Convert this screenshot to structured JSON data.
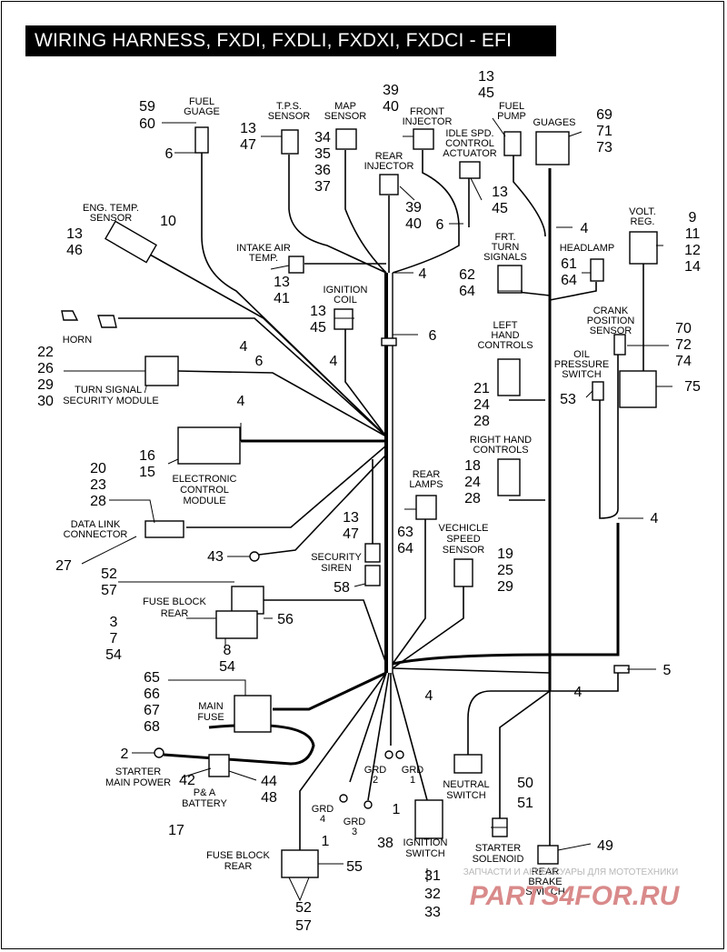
{
  "title": "WIRING HARNESS, FXDI, FXDLI, FXDXI, FXDCI - EFI",
  "watermark": {
    "top": "ЗАПЧАСТИ И АКСЕССУАРЫ ДЛЯ МОТОТЕХНИКИ",
    "brand": "PARTS4FOR.RU"
  },
  "labels": {
    "fuel_gauge": [
      "FUEL",
      "GUAGE"
    ],
    "tps_sensor": [
      "T.P.S.",
      "SENSOR"
    ],
    "map_sensor": [
      "MAP",
      "SENSOR"
    ],
    "front_injector": [
      "FRONT",
      "INJECTOR"
    ],
    "fuel_pump": [
      "FUEL",
      "PUMP"
    ],
    "idle_speed": [
      "IDLE  SPD.",
      "CONTROL",
      "ACTUATOR"
    ],
    "rear_injector": [
      "REAR",
      "INJECTOR"
    ],
    "guages": [
      "GUAGES"
    ],
    "eng_temp": [
      "ENG. TEMP.",
      "SENSOR"
    ],
    "intake_air": [
      "INTAKE   AIR",
      "TEMP."
    ],
    "frt_turn": [
      "FRT.",
      "TURN",
      "SIGNALS"
    ],
    "headlamp": [
      "HEADLAMP"
    ],
    "volt_reg": [
      "VOLT.",
      "REG."
    ],
    "ignition_coil": [
      "IGNITION",
      "COIL"
    ],
    "horn": [
      "HORN"
    ],
    "crank": [
      "CRANK",
      "POSITION",
      "SENSOR"
    ],
    "left_hand": [
      "LEFT",
      "HAND",
      "CONTROLS"
    ],
    "oil_pressure": [
      "OIL",
      "PRESSURE",
      "SWITCH"
    ],
    "turn_signal": [
      "TURN SIGNAL /",
      "SECURITY MODULE"
    ],
    "ecm": [
      "ELECTRONIC",
      "CONTROL",
      "MODULE"
    ],
    "right_hand": [
      "RIGHT HAND",
      "CONTROLS"
    ],
    "rear_lamps": [
      "REAR",
      "LAMPS"
    ],
    "data_link": [
      "DATA LINK",
      "CONNECTOR"
    ],
    "vehicle_speed": [
      "VECHICLE",
      "SPEED",
      "SENSOR"
    ],
    "security_siren": [
      "SECURITY",
      "SIREN"
    ],
    "fuse_block_rear_1": [
      "FUSE BLOCK",
      "REAR"
    ],
    "main_fuse": [
      "MAIN",
      "FUSE"
    ],
    "starter_main": [
      "STARTER",
      "MAIN POWER"
    ],
    "pa_battery": [
      "P& A",
      "BATTERY"
    ],
    "neutral": [
      "NEUTRAL",
      "SWITCH"
    ],
    "fuse_block_rear_2": [
      "FUSE BLOCK",
      "REAR"
    ],
    "ignition_switch": [
      "IGNITION",
      "SWITCH"
    ],
    "starter_solenoid": [
      "STARTER",
      "SOLENOID"
    ],
    "rear_brake": [
      "REAR",
      "BRAKE",
      "SWITCH"
    ],
    "grd1": [
      "GRD",
      "1"
    ],
    "grd2": [
      "GRD",
      "2"
    ],
    "grd3": [
      "GRD",
      "3"
    ],
    "grd4": [
      "GRD",
      "4"
    ]
  },
  "callouts": {
    "c59_60": [
      "59",
      "60"
    ],
    "c6_fg": "6",
    "c13_47_tps": [
      "13",
      "47"
    ],
    "c34_37": [
      "34",
      "35",
      "36",
      "37"
    ],
    "c39_40_front": [
      "39",
      "40"
    ],
    "c13_45_pump": [
      "13",
      "45"
    ],
    "c69_73": [
      "69",
      "71",
      "73"
    ],
    "c39_40_rear": [
      "39",
      "40"
    ],
    "c13_45_idle": [
      "13",
      "45"
    ],
    "c10": "10",
    "c13_46": [
      "13",
      "46"
    ],
    "c6_mid": "6",
    "c4_top": "4",
    "c4_guages": "4",
    "c9_14": [
      "9",
      "11",
      "12",
      "14"
    ],
    "c13_41": [
      "13",
      "41"
    ],
    "c62_64": [
      "62",
      "64"
    ],
    "c61_64": [
      "61",
      "64"
    ],
    "c13_45_coil": [
      "13",
      "45"
    ],
    "c6_right": "6",
    "c4_horn": "4",
    "c6_horn": "6",
    "c70_74": [
      "70",
      "72",
      "74"
    ],
    "c22_30": [
      "22",
      "26",
      "29",
      "30"
    ],
    "c4_coil": "4",
    "c21_28": [
      "21",
      "24",
      "28"
    ],
    "c53": "53",
    "c75": "75",
    "c4_ecm": "4",
    "c16_15": [
      "16",
      "15"
    ],
    "c18_28": [
      "18",
      "24",
      "28"
    ],
    "c20_28": [
      "20",
      "23",
      "28"
    ],
    "c63_64": [
      "63",
      "64"
    ],
    "c4_right": "4",
    "c13_47_siren": [
      "13",
      "47"
    ],
    "c19_29": [
      "19",
      "25",
      "29"
    ],
    "c43": "43",
    "c27": "27",
    "c58": "58",
    "c52_57_top": [
      "52",
      "57"
    ],
    "c3_54": [
      "3",
      "7",
      "54"
    ],
    "c56": "56",
    "c8_54": [
      "8",
      "54"
    ],
    "c5": "5",
    "c65_68": [
      "65",
      "66",
      "67",
      "68"
    ],
    "c4_lower": "4",
    "c4_main": "4",
    "c2": "2",
    "c42": "42",
    "c44_48": [
      "44",
      "48"
    ],
    "c17": "17",
    "c1_grd": "1",
    "c1_lower": "1",
    "c38": "38",
    "c50_51": [
      "50",
      "51"
    ],
    "c49": "49",
    "c55": "55",
    "c52_57_bottom": [
      "52",
      "57"
    ],
    "c31_33": [
      "31",
      "32",
      "33"
    ]
  }
}
